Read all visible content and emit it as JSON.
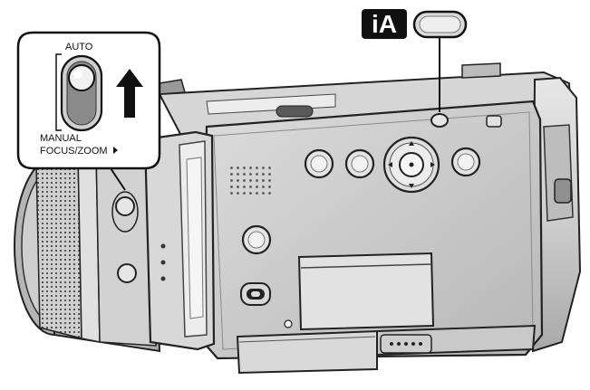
{
  "callout": {
    "switch_top_label": "AUTO",
    "switch_bottom_label_line1": "MANUAL",
    "switch_bottom_label_line2": "FOCUS/ZOOM"
  },
  "ia_button": {
    "icon_label": "iA"
  },
  "colors": {
    "outline": "#222222",
    "body_light": "#d9d9d9",
    "body_mid": "#bdbdbd",
    "body_dark": "#9a9a9a",
    "panel": "#c9c9c9",
    "highlight": "#f2f2f2",
    "shadow": "#6f6f6f",
    "black": "#111111"
  },
  "icons": [
    "auto-manual-switch-icon",
    "up-arrow-icon",
    "ia-mode-icon",
    "ia-button-icon",
    "direction-pad-icon",
    "speaker-grille-icon",
    "lens-focus-ring-icon"
  ]
}
